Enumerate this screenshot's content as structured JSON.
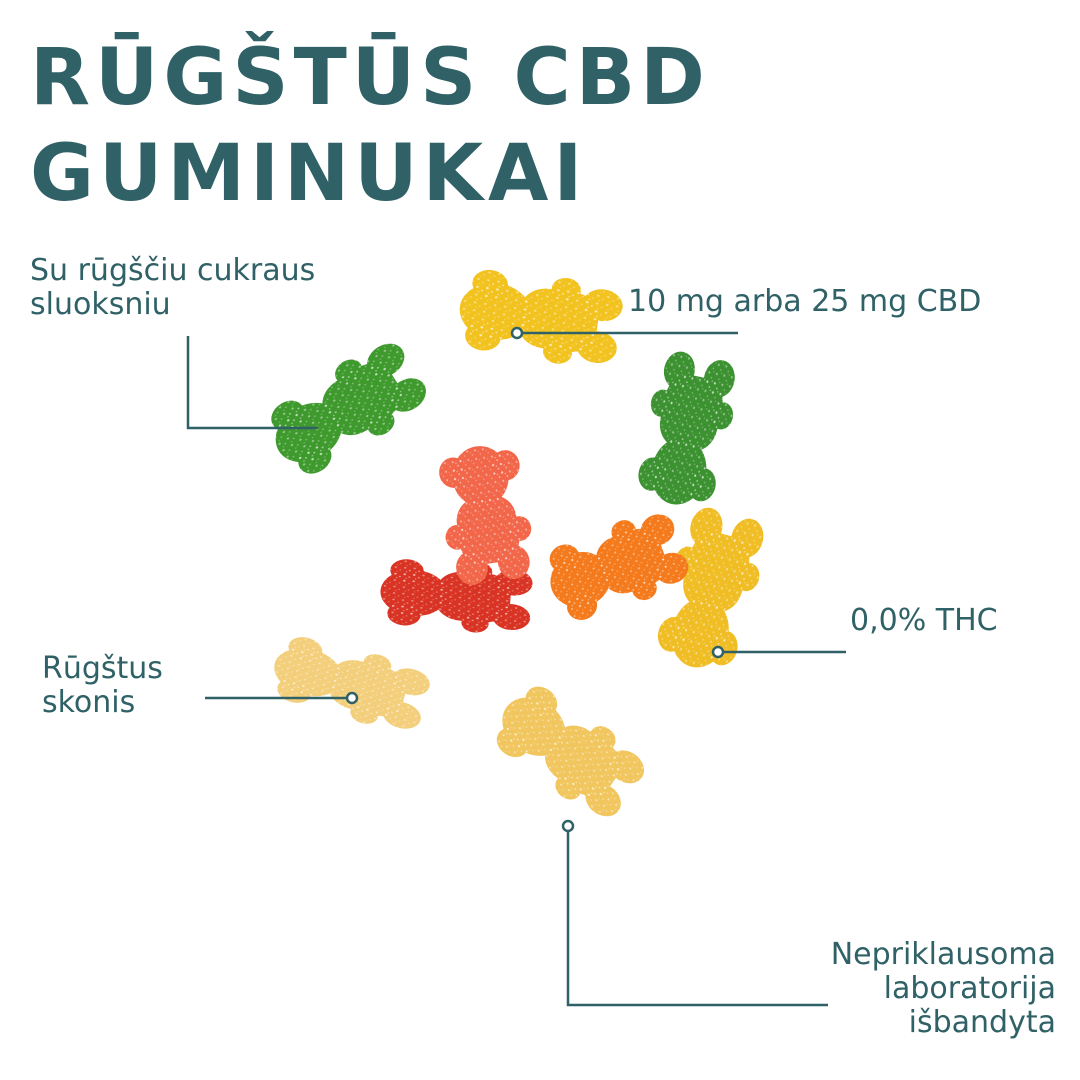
{
  "title": {
    "line1": "RŪGŠTŪS CBD",
    "line2": "GUMINUKAI"
  },
  "callouts": {
    "sugar_coating": {
      "line1": "Su rūgščiu cukraus",
      "line2": "sluoksniu"
    },
    "dosage": {
      "line1": "10 mg arba 25 mg CBD"
    },
    "thc": {
      "line1": "0,0% THC"
    },
    "sour_taste": {
      "line1": "Rūgštus",
      "line2": "skonis"
    },
    "lab_tested": {
      "line1": "Nepriklausoma",
      "line2": "laboratorija",
      "line3": "išbandyta"
    }
  },
  "colors": {
    "text": "#2f6166",
    "background": "#ffffff",
    "gummy_yellow": "#f2c21f",
    "gummy_green": "#3f9a2e",
    "gummy_red": "#d93324",
    "gummy_salmon": "#f2664a",
    "gummy_orange": "#f47a1c",
    "gummy_pale": "#f3cf7c"
  }
}
